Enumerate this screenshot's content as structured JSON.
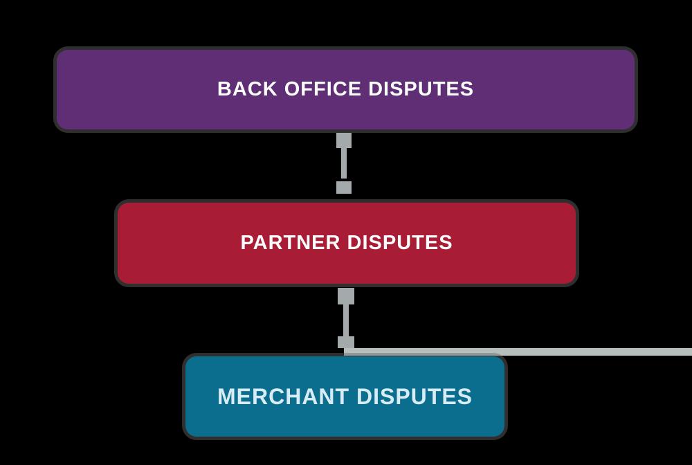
{
  "diagram": {
    "background_color": "#000000",
    "nodes": [
      {
        "id": "back-office",
        "label": "BACK OFFICE DISPUTES",
        "fill": "#5f2e74",
        "text_color": "#fdfcfd"
      },
      {
        "id": "partner",
        "label": "PARTNER DISPUTES",
        "fill": "#a81d35",
        "text_color": "#fdfcfd"
      },
      {
        "id": "merchant",
        "label": "MERCHANT DISPUTES",
        "fill": "#0c6e8e",
        "text_color": "#d8ecf5"
      }
    ],
    "connectors": [
      {
        "from": "back-office",
        "to": "partner",
        "color": "#a4a9ac",
        "style": "vertical-stem-square-caps"
      },
      {
        "from": "partner",
        "to": "merchant",
        "color": "#a4a9ac",
        "style": "vertical-stem-square-caps"
      }
    ],
    "side_strip_color": "#b6bfbc"
  }
}
